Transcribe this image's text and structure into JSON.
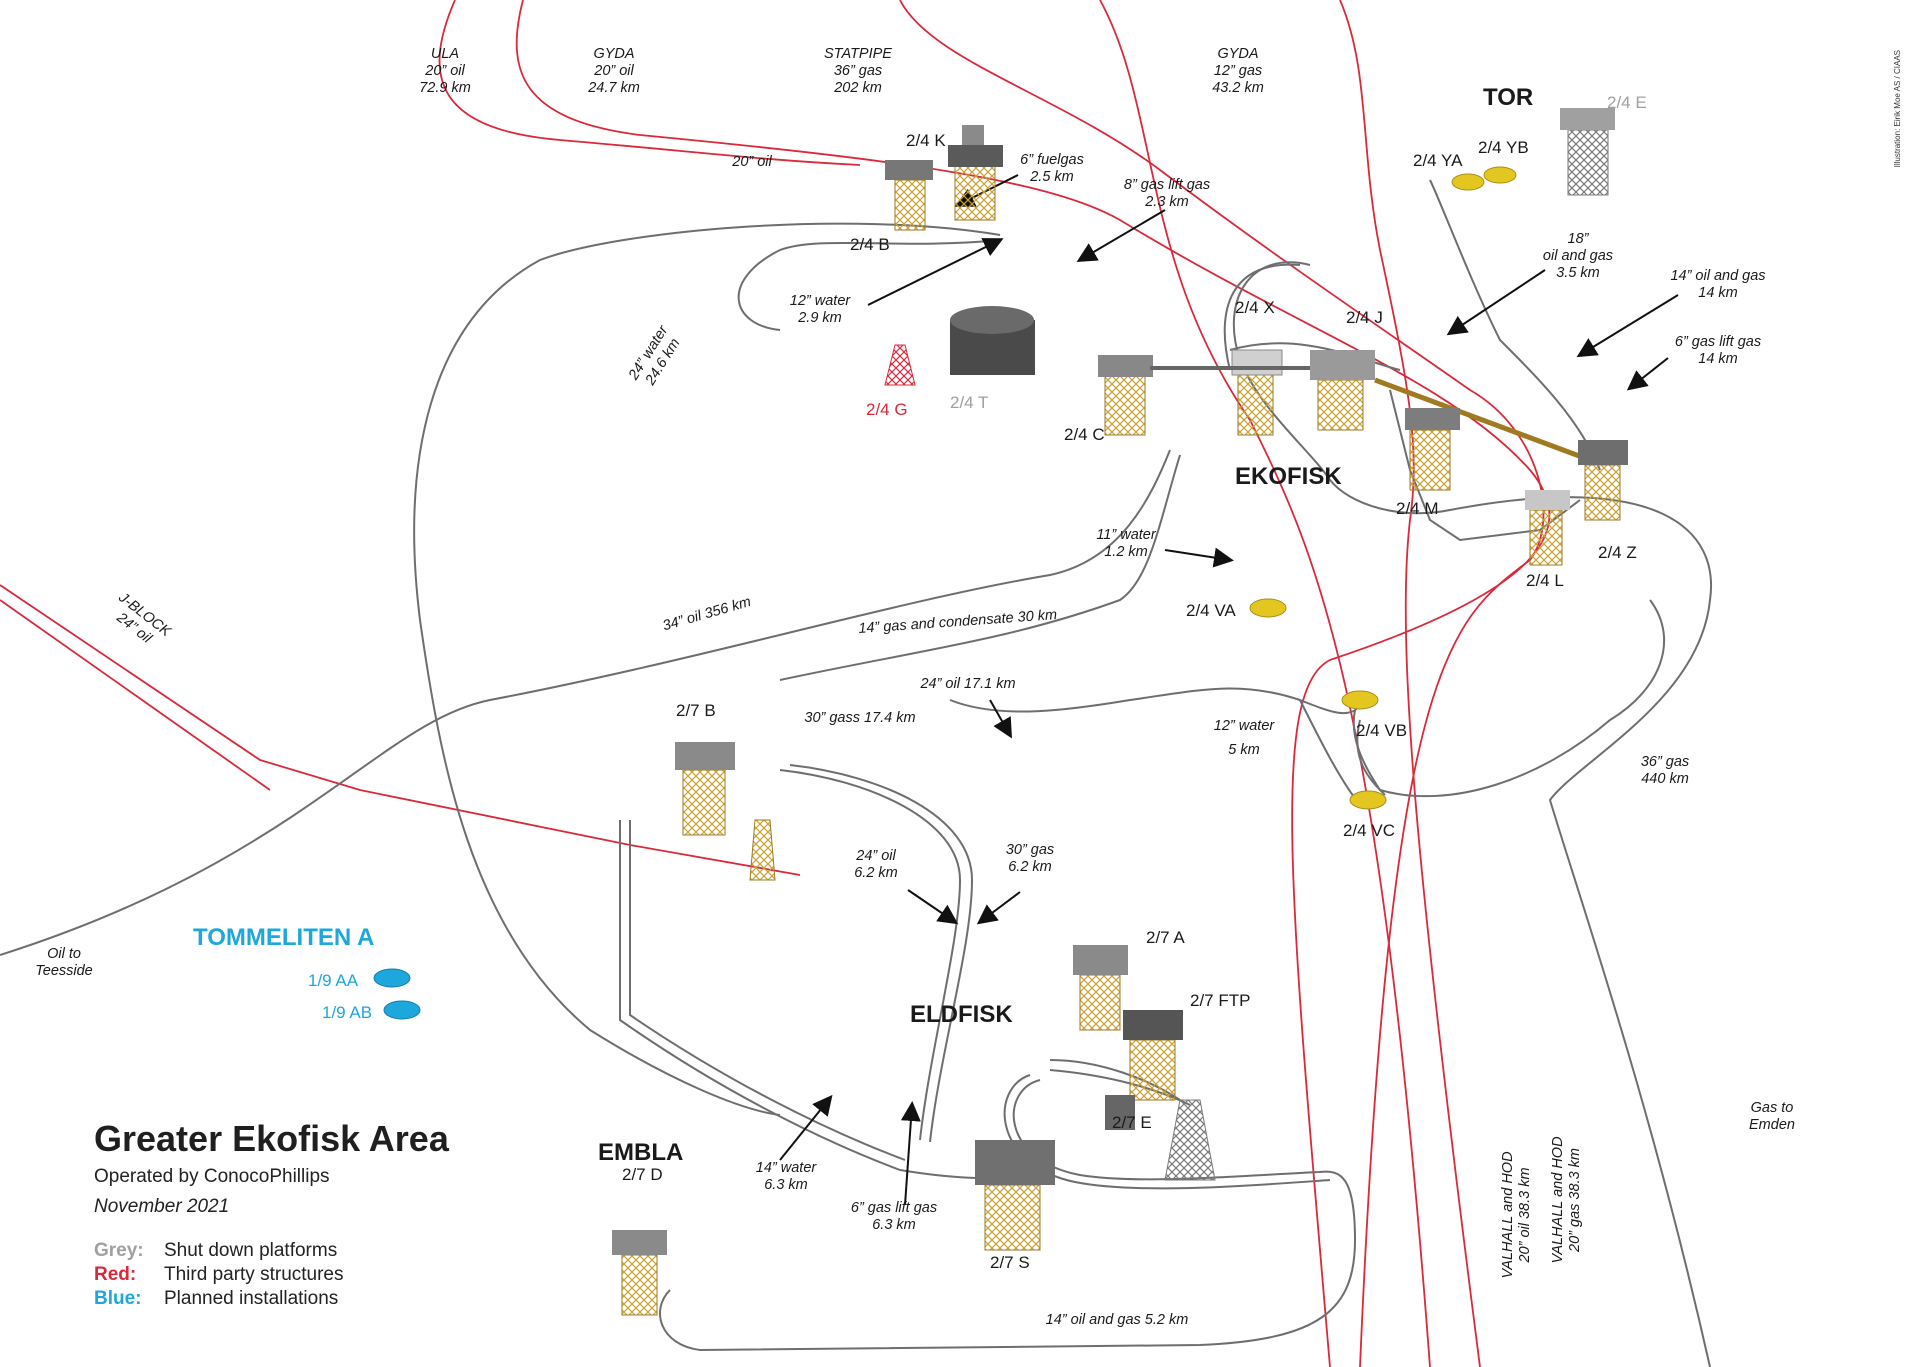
{
  "title": "Greater Ekofisk Area",
  "operator": "Operated by ConocoPhillips",
  "date": "November 2021",
  "credit": "Illustration: Eirik Moe AS / CIAAS",
  "legend": [
    {
      "key": "Grey:",
      "desc": "Shut down platforms",
      "color": "#a0a0a0"
    },
    {
      "key": "Red:",
      "desc": "Third party structures",
      "color": "#d9293a"
    },
    {
      "key": "Blue:",
      "desc": "Planned installations",
      "color": "#1ea7dd"
    }
  ],
  "colors": {
    "pipeline": "#6e6e6e",
    "third_party": "#d9293a",
    "planned": "#1ea7dd",
    "shutdown": "#a0a0a0",
    "structure": "#d9b43b"
  },
  "fields": {
    "ekofisk": "EKOFISK",
    "eldfisk": "ELDFISK",
    "embla": "EMBLA",
    "tor": "TOR",
    "tommeliten": "TOMMELITEN A"
  },
  "platforms": {
    "k": "2/4 K",
    "b": "2/4 B",
    "g": "2/4 G",
    "t": "2/4 T",
    "c": "2/4 C",
    "x": "2/4 X",
    "j": "2/4 J",
    "m": "2/4 M",
    "l": "2/4 L",
    "z": "2/4 Z",
    "va": "2/4 VA",
    "vb": "2/4 VB",
    "vc": "2/4 VC",
    "ya": "2/4 YA",
    "yb": "2/4 YB",
    "e": "2/4 E",
    "b27": "2/7 B",
    "a27": "2/7 A",
    "ftp": "2/7 FTP",
    "e27": "2/7 E",
    "s27": "2/7 S",
    "d27": "2/7 D",
    "aa19": "1/9 AA",
    "ab19": "1/9 AB"
  },
  "pipelines": {
    "ula": [
      "ULA",
      "20” oil",
      "72.9 km"
    ],
    "gyda1": [
      "GYDA",
      "20” oil",
      "24.7 km"
    ],
    "statpipe": [
      "STATPIPE",
      "36” gas",
      "202 km"
    ],
    "gyda2": [
      "GYDA",
      "12” gas",
      "43.2 km"
    ],
    "oil20": "20” oil",
    "fuelgas": [
      "6” fuelgas",
      "2.5 km"
    ],
    "gaslift8": [
      "8” gas lift gas",
      "2.3 km"
    ],
    "water12": [
      "12” water",
      "2.9 km"
    ],
    "water24": [
      "24” water",
      "24.6 km"
    ],
    "oilgas18": [
      "18”",
      "oil and gas",
      "3.5 km"
    ],
    "oilgas14": [
      "14” oil and gas",
      "14 km"
    ],
    "gaslift6": [
      "6” gas lift gas",
      "14 km"
    ],
    "water11": [
      "11” water",
      "1.2 km"
    ],
    "oil34": "34” oil 356 km",
    "gascond14": "14” gas and condensate 30 km",
    "jblock": [
      "J-BLOCK",
      "24” oil"
    ],
    "oil24_17": "24” oil 17.1 km",
    "gas30_17": "30” gass 17.4 km",
    "water12_5": [
      "12” water",
      "5 km"
    ],
    "gas36": [
      "36” gas",
      "440 km"
    ],
    "oil24_6": [
      "24” oil",
      "6.2 km"
    ],
    "gas30_6": [
      "30” gas",
      "6.2 km"
    ],
    "teesside": [
      "Oil to",
      "Teesside"
    ],
    "water14": [
      "14” water",
      "6.3 km"
    ],
    "gaslift6_6": [
      "6” gas lift gas",
      "6.3 km"
    ],
    "oilgas14_5": "14” oil and gas 5.2 km",
    "valhall_oil": [
      "VALHALL and HOD",
      "20” oil 38.3 km"
    ],
    "valhall_gas": [
      "VALHALL and HOD",
      "20” gas 38.3 km"
    ],
    "emden": [
      "Gas to",
      "Emden"
    ]
  }
}
